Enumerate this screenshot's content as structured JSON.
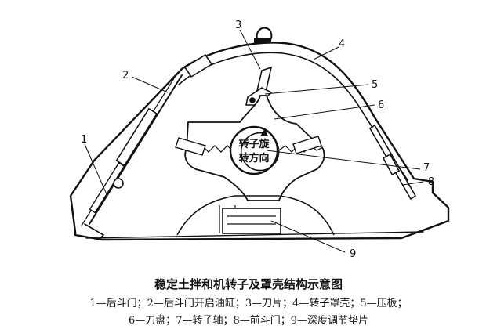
{
  "labels": {
    "n1": "1",
    "n2": "2",
    "n3": "3",
    "n4": "4",
    "n5": "5",
    "n6": "6",
    "n7": "7",
    "n8": "8",
    "n9": "9"
  },
  "rotor_text": {
    "line1": "转子旋",
    "line2": "转方向"
  },
  "caption": {
    "title": "稳定土拌和机转子及罩壳结构示意图",
    "legend_line1": "1—后斗门；2—后斗门开启油缸；3—刀片；4—转子罩壳；5—压板；",
    "legend_line2": "6—刀盘；7—转子轴；8—前斗门；9—深度调节垫片"
  }
}
